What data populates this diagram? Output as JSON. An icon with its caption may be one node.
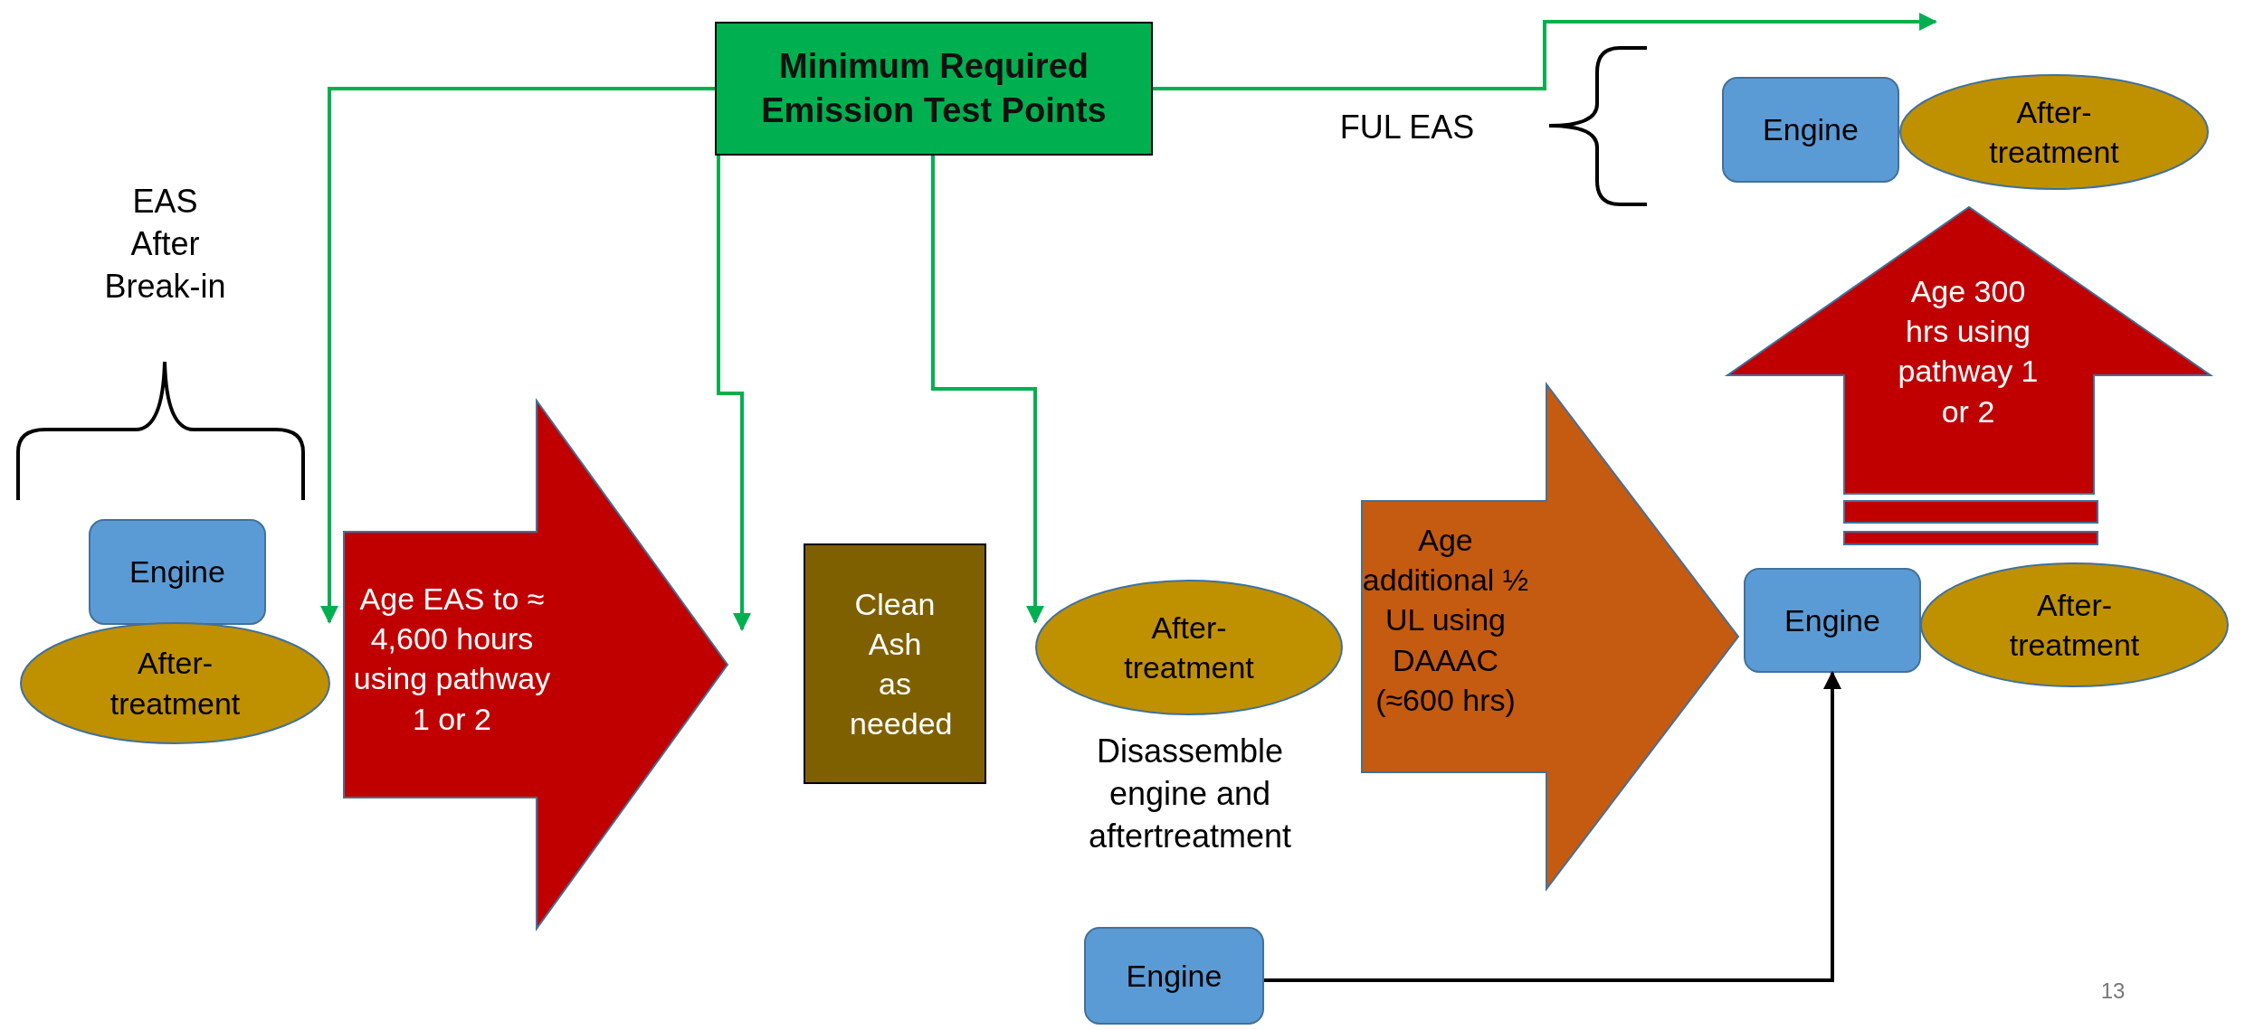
{
  "diagram": {
    "nodes": [
      {
        "text": [
          "Minimum Required Emission Test Points"
        ]
      },
      {
        "text": [
          "Engine"
        ]
      },
      {
        "text": [
          "After- treatment"
        ]
      },
      {
        "text": [
          "Engine"
        ]
      },
      {
        "text": [
          "After- treatment"
        ]
      },
      {
        "text": [
          "Clean Ash as needed"
        ]
      },
      {
        "text": [
          "After- treatment"
        ]
      },
      {
        "text": [
          "Engine"
        ]
      },
      {
        "text": [
          "After- treatment"
        ]
      },
      {
        "text": [
          "Engine"
        ]
      }
    ],
    "edges": [
      {
        "from": 0,
        "to": 4,
        "arrow": "to"
      },
      {
        "from": 0,
        "to": null,
        "arrow": "to"
      },
      {
        "from": 0,
        "to": 6,
        "arrow": "to"
      },
      {
        "from": 0,
        "to": null,
        "arrow": "to"
      },
      {
        "from": 9,
        "to": 7,
        "arrow": "to",
        "color": "#000000"
      },
      {
        "from": 4,
        "to": 5,
        "arrow": "to",
        "label": "Age EAS to ≈ 4,600 hours using pathway 1 or 2",
        "style": "thick",
        "color": "#c00000"
      },
      {
        "from": 6,
        "to": 7,
        "arrow": "to",
        "label": "Age additional ½ UL using DAAAC (≈600 hrs)",
        "style": "thick",
        "color": "#c55a11"
      },
      {
        "from": 8,
        "to": 2,
        "arrow": "to",
        "label": "Age 300 hrs using pathway 1 or 2",
        "style": "thick",
        "color": "#c00000"
      }
    ],
    "labels": [
      "EAS After Break-in",
      "FUL EAS",
      "Disassemble engine and aftertreatment",
      "13"
    ]
  }
}
